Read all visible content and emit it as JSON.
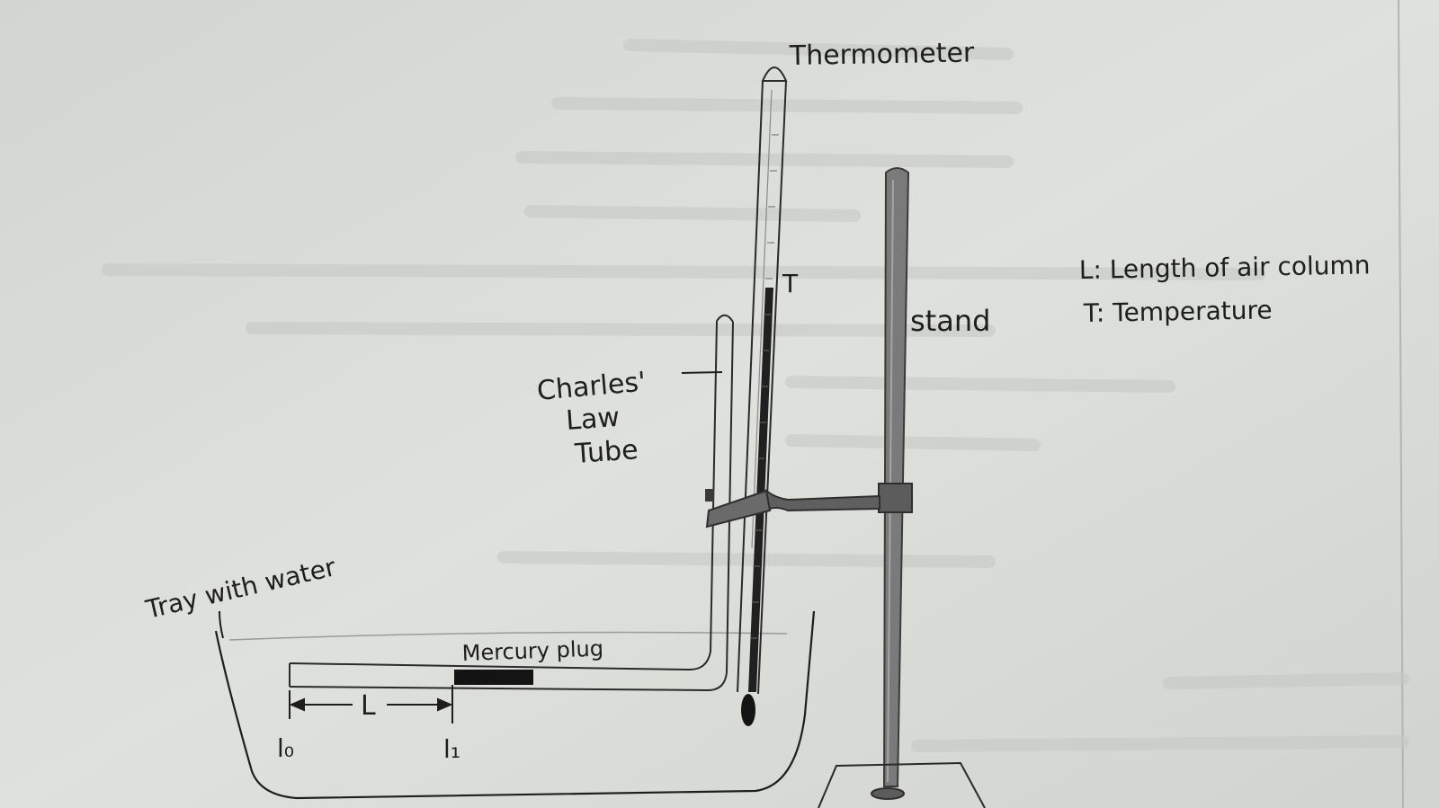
{
  "labels": {
    "thermometer": "Thermometer",
    "t_mark": "T",
    "stand": "stand",
    "charles_line1": "Charles'",
    "charles_line2": "Law",
    "charles_line3": "Tube",
    "tray": "Tray with water",
    "mercury": "Mercury plug",
    "L": "L",
    "l0": "l₀",
    "l1": "l₁"
  },
  "legend": {
    "L": "L: Length of air column",
    "T": "T: Temperature"
  },
  "colors": {
    "paper": "#d9dbd7",
    "ink": "#1e1e1e",
    "pencil": "#5c5c5c",
    "mercury": "#141414"
  }
}
